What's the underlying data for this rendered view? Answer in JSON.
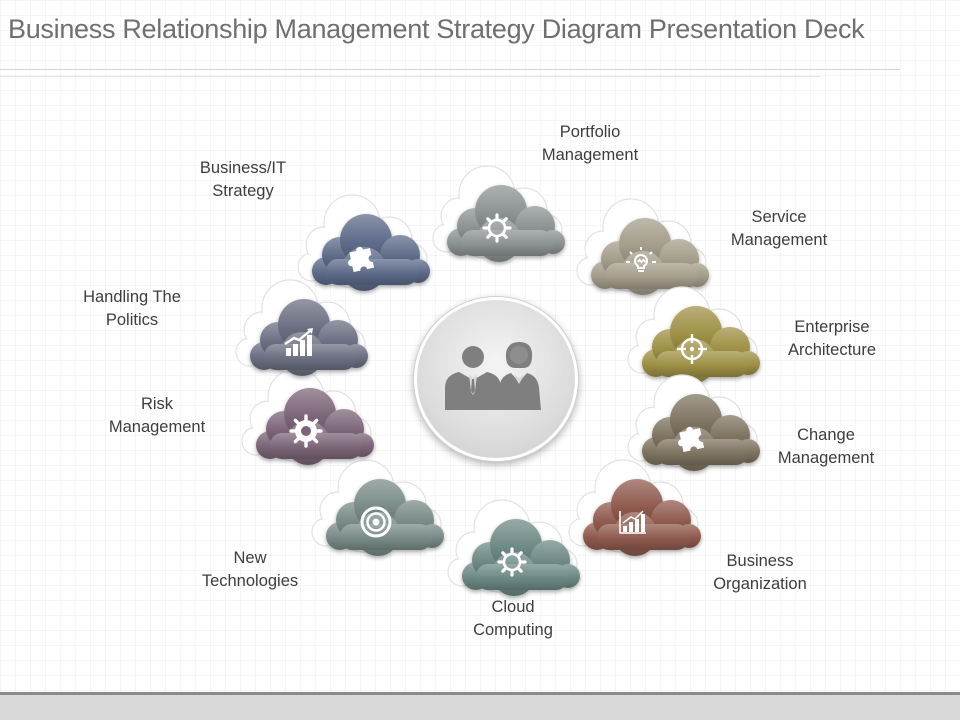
{
  "title": "Business Relationship Management Strategy Diagram Presentation Deck",
  "hub": {
    "icon": "business-people-icon"
  },
  "clouds": [
    {
      "id": "portfolio",
      "label": "Portfolio\nManagement",
      "color": "#8c9293",
      "icon": "gear-icon"
    },
    {
      "id": "service",
      "label": "Service\nManagement",
      "color": "#a49c8a",
      "icon": "lightbulb-icon"
    },
    {
      "id": "enterprise",
      "label": "Enterprise\nArchitecture",
      "color": "#9e9045",
      "icon": "crosshair-icon"
    },
    {
      "id": "change",
      "label": "Change\nManagement",
      "color": "#7e7360",
      "icon": "puzzle-icon"
    },
    {
      "id": "business",
      "label": "Business\nOrganization",
      "color": "#8f5a4e",
      "icon": "bar-chart-icon"
    },
    {
      "id": "cloud",
      "label": "Cloud\nComputing",
      "color": "#6d8985",
      "icon": "gear-icon"
    },
    {
      "id": "newtech",
      "label": "New\nTechnologies",
      "color": "#788b88",
      "icon": "target-icon"
    },
    {
      "id": "risk",
      "label": "Risk\nManagement",
      "color": "#7b6578",
      "icon": "cog-icon"
    },
    {
      "id": "politics",
      "label": "Handling The\nPolitics",
      "color": "#6c6f82",
      "icon": "growth-chart-icon"
    },
    {
      "id": "bizit",
      "label": "Business/IT\nStrategy",
      "color": "#5d6b89",
      "icon": "puzzle-icon"
    }
  ]
}
